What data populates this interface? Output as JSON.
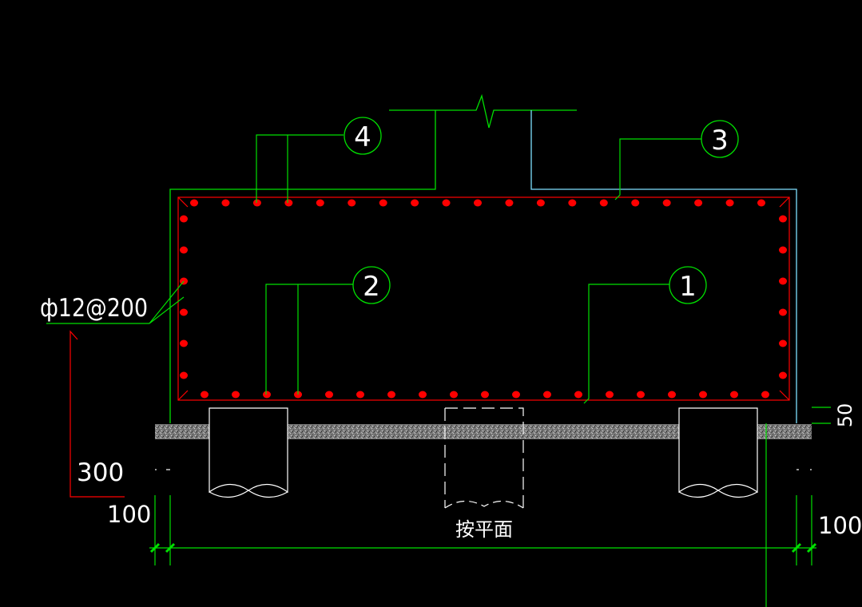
{
  "labels": {
    "callout_1": "1",
    "callout_2": "2",
    "callout_3": "3",
    "callout_4": "4",
    "rebar_spec": "ф12@200",
    "dim_300": "300",
    "dim_100_left": "100",
    "dim_100_right": "100",
    "dim_50": "50",
    "plan_note": "按平面"
  },
  "colors": {
    "background": "#000000",
    "leader_green": "#00e000",
    "callout_green": "#00e000",
    "dimension_green": "#00e000",
    "concrete_cyan": "#7fe0ff",
    "rebar_red": "#ff0000",
    "text_white": "#ffffff",
    "cushion_gray": "#b0b0b0"
  }
}
